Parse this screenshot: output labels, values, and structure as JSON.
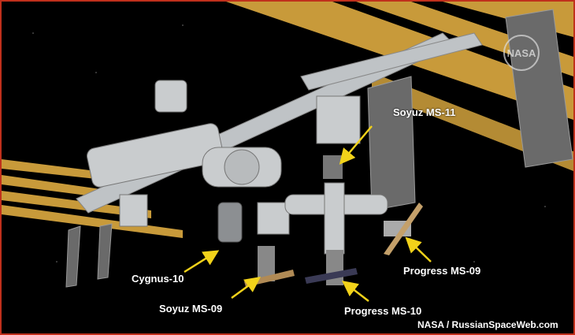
{
  "labels": {
    "soyuz_ms11": "Soyuz MS-11",
    "progress_ms09": "Progress MS-09",
    "cygnus10": "Cygnus-10",
    "soyuz_ms09": "Soyuz MS-09",
    "progress_ms10": "Progress MS-10"
  },
  "credit": "NASA / RussianSpaceWeb.com",
  "logo_text": "NASA",
  "colors": {
    "arrow": "#f2d21a",
    "panel": "#c89a3a",
    "border": "#c0301c"
  }
}
